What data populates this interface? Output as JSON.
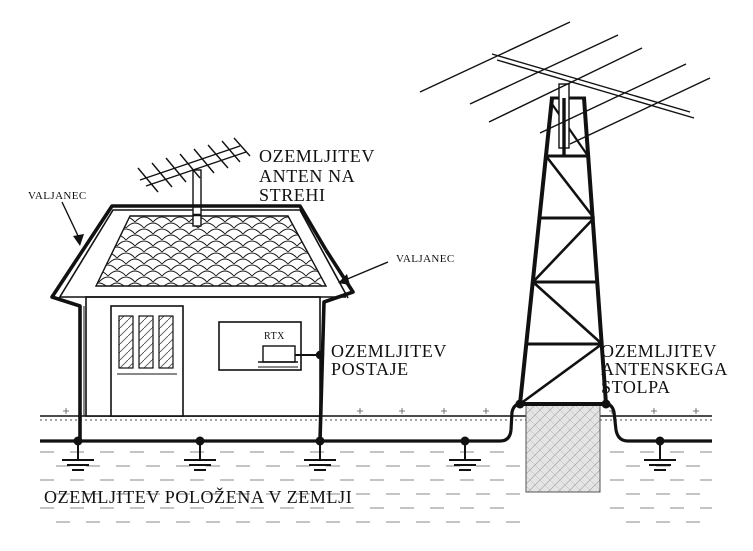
{
  "labels": {
    "valjanec_left": "VALJANEC",
    "valjanec_right": "VALJANEC",
    "roof_antenna": [
      "OZEMLJITEV",
      "ANTEN NA",
      "STREHI"
    ],
    "station": [
      "OZEMLJITEV",
      "POSTAJE"
    ],
    "tower": [
      "OZEMLJITEV",
      "ANTENSKEGA",
      "STOLPA"
    ],
    "ground": "OZEMLJITEV POLOŽENA V ZEMLJI",
    "rtx": "RTX"
  },
  "colors": {
    "ink": "#111111",
    "ground_dash": "#8a8a8a",
    "foundation_fill": "#e4e4e4",
    "background": "#ffffff"
  }
}
